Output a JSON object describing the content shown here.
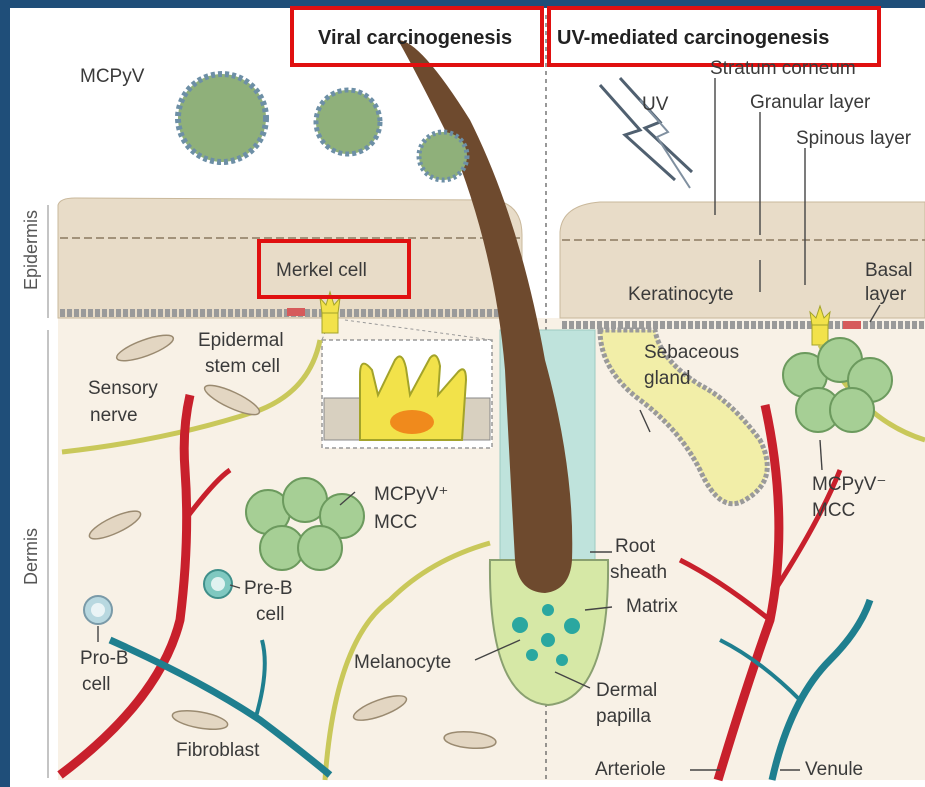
{
  "highlight_color": "#e01010",
  "titles": {
    "left": "Viral carcinogenesis",
    "right": "UV-mediated carcinogenesis"
  },
  "side_labels": {
    "epidermis": "Epidermis",
    "dermis": "Dermis"
  },
  "labels": {
    "mcpyv": "MCPyV",
    "uv": "UV",
    "stratum_corneum": "Stratum corneum",
    "granular_layer": "Granular layer",
    "spinous_layer": "Spinous layer",
    "merkel_cell": "Merkel cell",
    "keratinocyte": "Keratinocyte",
    "basal_layer_1": "Basal",
    "basal_layer_2": "layer",
    "epidermal_stem_cell_1": "Epidermal",
    "epidermal_stem_cell_2": "stem cell",
    "sensory_nerve_1": "Sensory",
    "sensory_nerve_2": "nerve",
    "sebaceous_gland_1": "Sebaceous",
    "sebaceous_gland_2": "gland",
    "mcpyv_pos_mcc_1": "MCPyV⁺",
    "mcpyv_pos_mcc_2": "MCC",
    "mcpyv_neg_mcc_1": "MCPyV⁻",
    "mcpyv_neg_mcc_2": "MCC",
    "root_sheath_1": "Root",
    "root_sheath_2": "sheath",
    "matrix": "Matrix",
    "pre_b_cell_1": "Pre-B",
    "pre_b_cell_2": "cell",
    "pro_b_cell_1": "Pro-B",
    "pro_b_cell_2": "cell",
    "melanocyte": "Melanocyte",
    "dermal_papilla_1": "Dermal",
    "dermal_papilla_2": "papilla",
    "fibroblast": "Fibroblast",
    "arteriole": "Arteriole",
    "venule": "Venule"
  }
}
